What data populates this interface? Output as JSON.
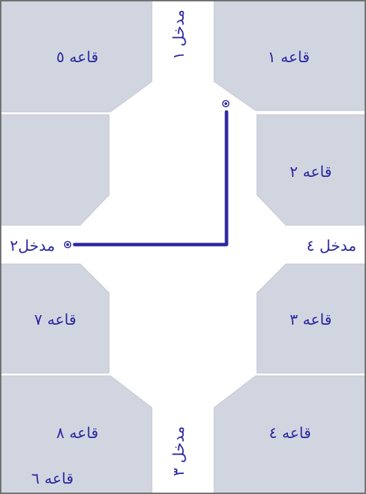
{
  "halls": {
    "h1": "قاعه ١",
    "h2": "قاعه ٢",
    "h3": "قاعه ٣",
    "h4": "قاعه ٤",
    "h5": "قاعه ٥",
    "h6": "قاعه ٦",
    "h7": "قاعه ٧",
    "h8": "قاعه ٨"
  },
  "entrances": {
    "e1": "مدخل ١",
    "e2": "مدخل٢",
    "e3": "مدخل ٣",
    "e4": "مدخل ٤"
  },
  "colors": {
    "accent": "#2e2aa0",
    "hall_fill": "#d0d5e0",
    "background": "#ffffff"
  }
}
